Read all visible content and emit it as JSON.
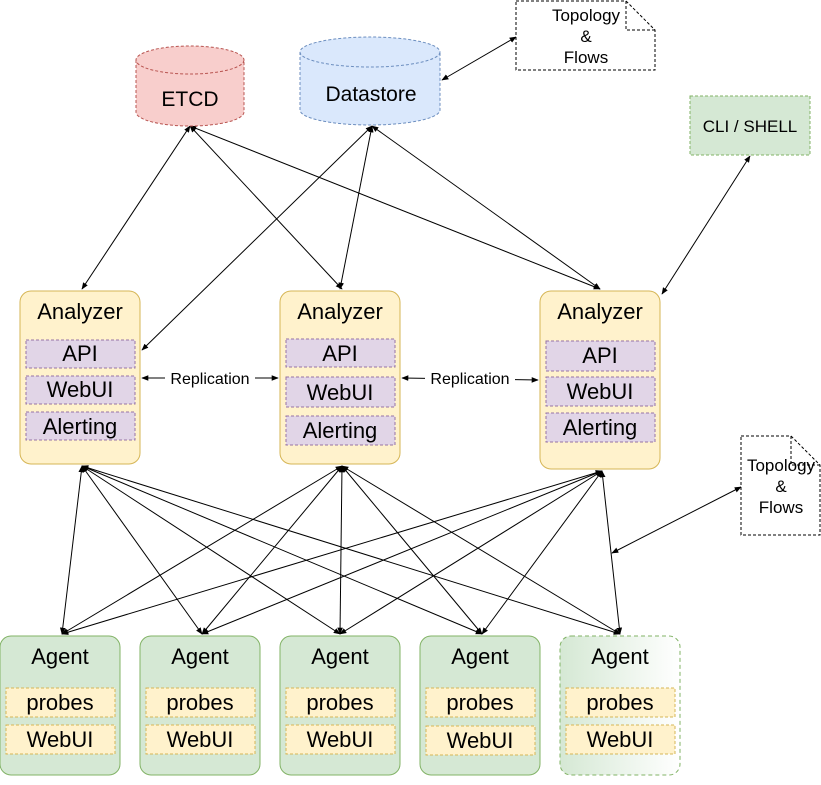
{
  "stores": {
    "etcd": {
      "label": "ETCD",
      "fill": "#f8cecc",
      "stroke": "#b85450"
    },
    "datastore": {
      "label": "Datastore",
      "fill": "#dae8fc",
      "stroke": "#6c8ebf"
    }
  },
  "topology_note_top": {
    "lines": [
      "Topology",
      "&",
      "Flows"
    ]
  },
  "topology_note_right": {
    "lines": [
      "Topology",
      "&",
      "Flows"
    ]
  },
  "cli": {
    "label": "CLI / SHELL",
    "fill": "#d5e8d4",
    "stroke": "#82b366"
  },
  "analyzers": [
    {
      "title": "Analyzer",
      "components": [
        "API",
        "WebUI",
        "Alerting"
      ]
    },
    {
      "title": "Analyzer",
      "components": [
        "API",
        "WebUI",
        "Alerting"
      ]
    },
    {
      "title": "Analyzer",
      "components": [
        "API",
        "WebUI",
        "Alerting"
      ]
    }
  ],
  "replication": [
    {
      "label": "Replication"
    },
    {
      "label": "Replication"
    }
  ],
  "agents": [
    {
      "title": "Agent",
      "components": [
        "probes",
        "WebUI"
      ]
    },
    {
      "title": "Agent",
      "components": [
        "probes",
        "WebUI"
      ]
    },
    {
      "title": "Agent",
      "components": [
        "probes",
        "WebUI"
      ]
    },
    {
      "title": "Agent",
      "components": [
        "probes",
        "WebUI"
      ]
    },
    {
      "title": "Agent",
      "components": [
        "probes",
        "WebUI"
      ]
    }
  ],
  "colors": {
    "analyzer_fill": "#fff2cc",
    "analyzer_stroke": "#d6b656",
    "component_fill": "#e1d5e7",
    "component_stroke": "#9673a6",
    "agent_fill": "#d5e8d4",
    "agent_stroke": "#82b366",
    "probe_fill": "#fff2cc",
    "probe_stroke": "#d6b656",
    "edge": "#000000"
  }
}
